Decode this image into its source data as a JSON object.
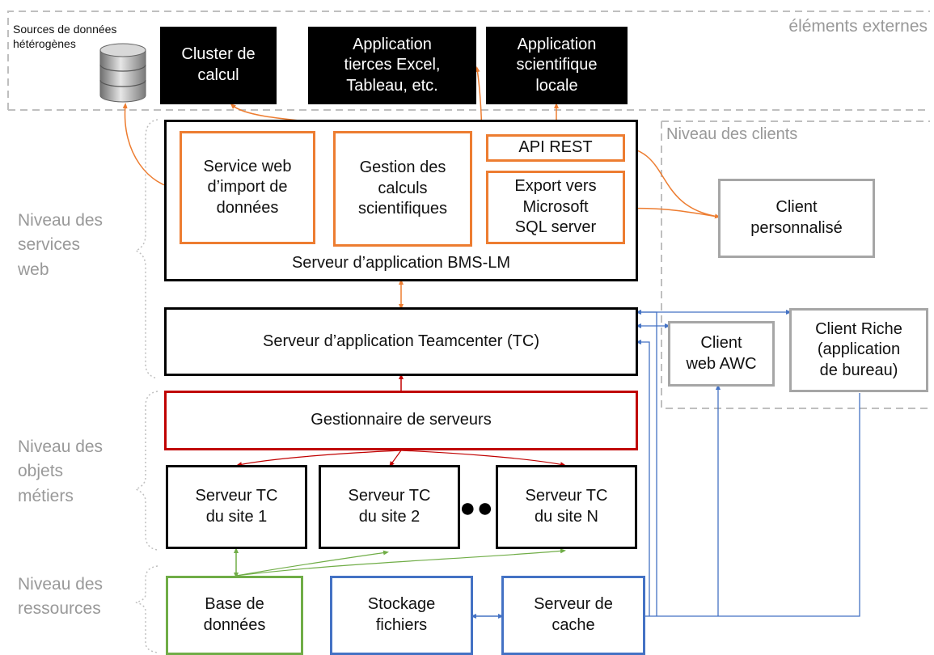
{
  "zones": {
    "external": "éléments externes",
    "clients": "Niveau des clients",
    "services": "Niveau des\nservices\nweb",
    "objects": "Niveau des\nobjets\nmétiers",
    "resources": "Niveau des\nressources"
  },
  "external": {
    "data_sources": "Sources de données\nhétérogènes",
    "cluster": "Cluster de\ncalcul",
    "third_party": "Application\ntierces Excel,\nTableau, etc.",
    "scientific_app": "Application\nscientifique\nlocale"
  },
  "bms": {
    "server_label": "Serveur d’application BMS-LM",
    "import_service": "Service web\nd’import de\ndonnées",
    "calc_management": "Gestion des\ncalculs\nscientifiques",
    "api_rest": "API REST",
    "export_sql": "Export vers\nMicrosoft\nSQL server"
  },
  "clients": {
    "custom": "Client\npersonnalisé",
    "awc": "Client\nweb AWC",
    "rich": "Client  Riche\n(application\nde bureau)"
  },
  "tc_server": "Serveur d’application Teamcenter (TC)",
  "server_manager": "Gestionnaire de serveurs",
  "sites": {
    "site1": "Serveur TC\ndu site 1",
    "site2": "Serveur TC\ndu site 2",
    "ellipsis": "●●●",
    "siteN": "Serveur TC\ndu site N"
  },
  "resources": {
    "database": "Base de\ndonnées",
    "file_storage": "Stockage\nfichiers",
    "cache_server": "Serveur de\ncache"
  },
  "colors": {
    "orange": "#ED7D31",
    "red": "#C00000",
    "green": "#70AD47",
    "blue": "#4472C4",
    "gray": "#A6A6A6",
    "black": "#000000"
  },
  "icons": {
    "data_sources": "database-icon"
  }
}
